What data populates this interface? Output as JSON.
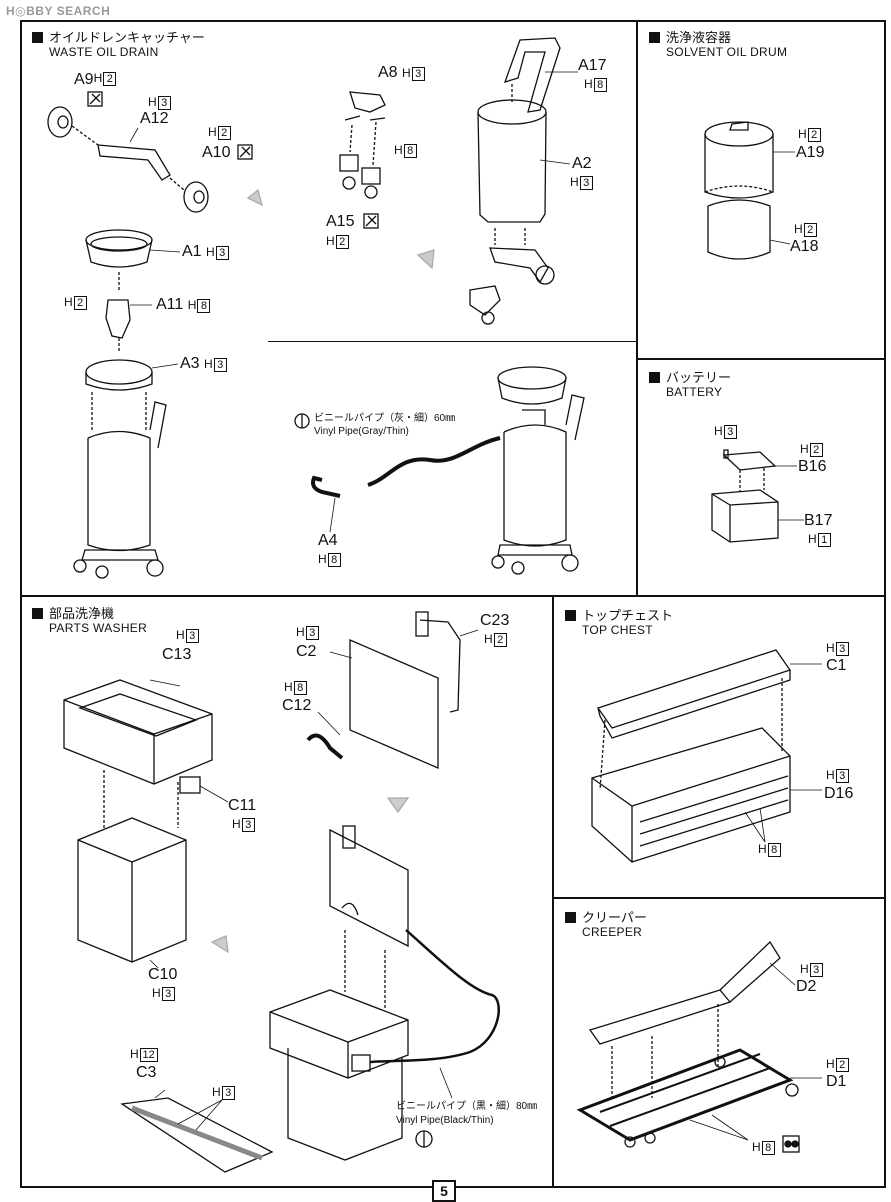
{
  "watermark": "H◎BBY SEARCH",
  "page_number": "5",
  "sections": {
    "waste_oil_drain": {
      "jp": "オイルドレンキャッチャー",
      "en": "WASTE OIL DRAIN"
    },
    "solvent_oil_drum": {
      "jp": "洗浄液容器",
      "en": "SOLVENT OIL DRUM"
    },
    "battery": {
      "jp": "バッテリー",
      "en": "BATTERY"
    },
    "parts_washer": {
      "jp": "部品洗浄機",
      "en": "PARTS WASHER"
    },
    "top_chest": {
      "jp": "トップチェスト",
      "en": "TOP CHEST"
    },
    "creeper": {
      "jp": "クリーパー",
      "en": "CREEPER"
    }
  },
  "h": "H",
  "parts": {
    "A9": "A9",
    "A12": "A12",
    "A10": "A10",
    "A8": "A8",
    "A17": "A17",
    "A2": "A2",
    "A15": "A15",
    "A1": "A1",
    "A11": "A11",
    "A3": "A3",
    "A4": "A4",
    "A19": "A19",
    "A18": "A18",
    "B16": "B16",
    "B17": "B17",
    "C13": "C13",
    "C11": "C11",
    "C10": "C10",
    "C3": "C3",
    "C2": "C2",
    "C12": "C12",
    "C23": "C23",
    "C1": "C1",
    "D16": "D16",
    "D2": "D2",
    "D1": "D1"
  },
  "colors": {
    "A9": "2",
    "A12": "3",
    "A10": "2",
    "A8": "3",
    "A8b": "8",
    "A17": "8",
    "A2": "3",
    "A15": "2",
    "A1": "3",
    "A11a": "2",
    "A11": "8",
    "A3": "3",
    "A4": "8",
    "A19": "2",
    "A18": "2",
    "B16a": "3",
    "B16": "2",
    "B17": "1",
    "C13": "3",
    "C11": "3",
    "C10": "3",
    "C3": "12",
    "C3b": "3",
    "C2": "3",
    "C12": "8",
    "C23": "2",
    "C1": "3",
    "D16": "3",
    "D16b": "8",
    "D2": "3",
    "D1": "2",
    "D1b": "8"
  },
  "notes": {
    "vinyl_gray_jp": "ビニールパイプ（灰・細）60㎜",
    "vinyl_gray_en": "Vinyl Pipe(Gray/Thin)",
    "vinyl_black_jp": "ビニールパイプ（黒・細）80㎜",
    "vinyl_black_en": "Vinyl Pipe(Black/Thin)"
  }
}
